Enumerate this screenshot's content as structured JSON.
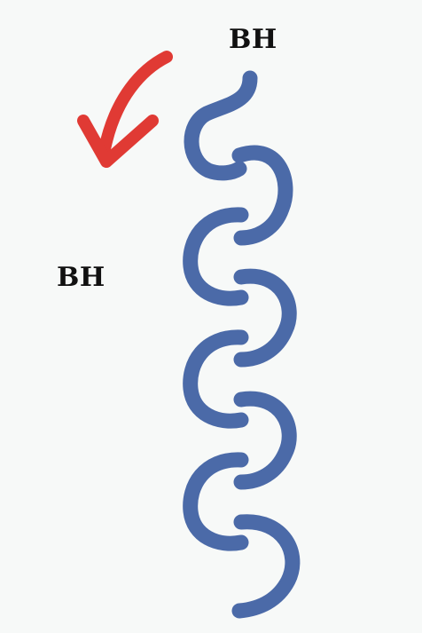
{
  "labels": {
    "top": "BH",
    "left": "BH"
  },
  "colors": {
    "background": "#f7f9f8",
    "helix": "#4b6aa8",
    "arrow": "#e03a34",
    "text": "#111111"
  },
  "elements": {
    "helix": "coiled-chain",
    "arrow": "curved-arrow"
  }
}
